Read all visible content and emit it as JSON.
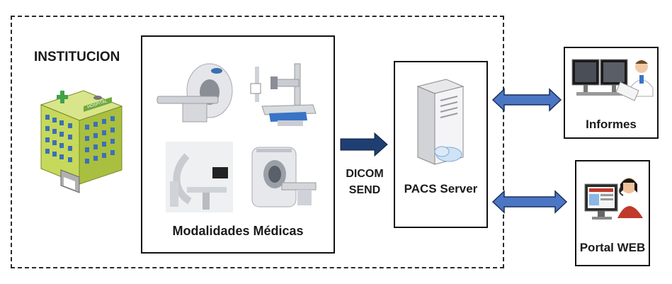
{
  "institution": {
    "title": "INSTITUCION",
    "building_sign": "HOSPITAL"
  },
  "modalities": {
    "label": "Modalidades Médicas",
    "devices": [
      "ct-scanner",
      "x-ray-table",
      "angiography",
      "mri-scanner"
    ]
  },
  "link": {
    "line1": "DICOM",
    "line2": "SEND"
  },
  "server": {
    "label": "PACS Server"
  },
  "informes": {
    "label": "Informes"
  },
  "portal": {
    "label": "Portal WEB"
  },
  "colors": {
    "arrow_fill": "#1f3f73",
    "double_arrow_fill": "#4a76c4",
    "double_arrow_stroke": "#1a2f5a",
    "building": "#c6d95a"
  }
}
